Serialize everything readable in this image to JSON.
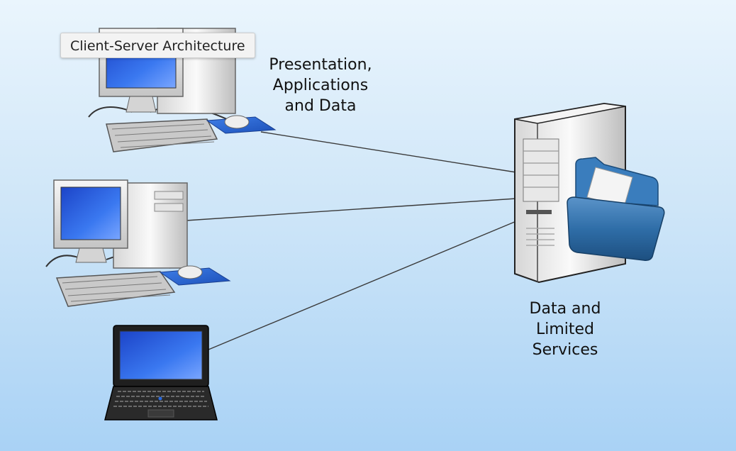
{
  "tooltip": {
    "text": "Client-Server Architecture"
  },
  "client_label": {
    "lines": [
      "Presentation,",
      "Applications",
      "and Data"
    ]
  },
  "server_label": {
    "lines": [
      "Data and",
      "Limited",
      "Services"
    ]
  },
  "nodes": [
    {
      "name": "desktop-computer-1",
      "icon": "desktop-computer-icon"
    },
    {
      "name": "desktop-computer-2",
      "icon": "desktop-computer-icon"
    },
    {
      "name": "laptop",
      "icon": "laptop-icon"
    },
    {
      "name": "server",
      "icon": "server-tower-icon"
    },
    {
      "name": "folder",
      "icon": "folder-icon"
    }
  ],
  "colors": {
    "background_top": "#eaf5fd",
    "background_bottom": "#a9d2f5",
    "screen_blue": "#2a5fe0",
    "folder_blue": "#2f6ea8",
    "connector": "#3a3a3a"
  }
}
